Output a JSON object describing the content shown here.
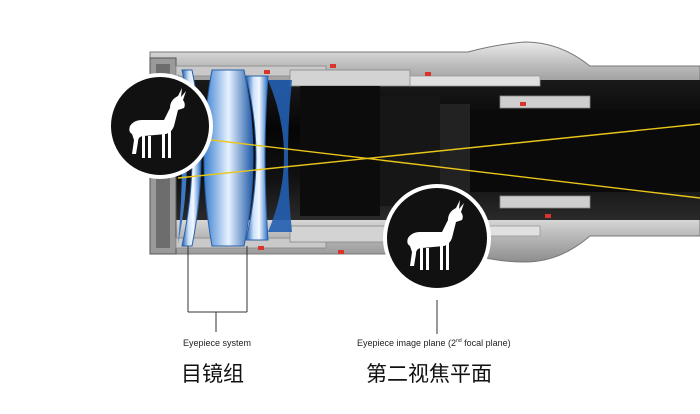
{
  "labels": {
    "eyepiece_system_en": "Eyepiece system",
    "eyepiece_system_zh": "目镜组",
    "image_plane_en_prefix": "Eyepiece image plane (2",
    "image_plane_en_sup": "nd",
    "image_plane_en_suffix": " focal plane)",
    "image_plane_zh": "第二视焦平面"
  },
  "icons": {
    "deer_badge_1": "deer-icon",
    "deer_badge_2": "deer-icon"
  },
  "colors": {
    "background": "#ffffff",
    "lens_glass": "#5f9fe0",
    "light_ray": "#e8c61a",
    "badge_fill": "#111111",
    "red_marker": "#d9342b"
  }
}
